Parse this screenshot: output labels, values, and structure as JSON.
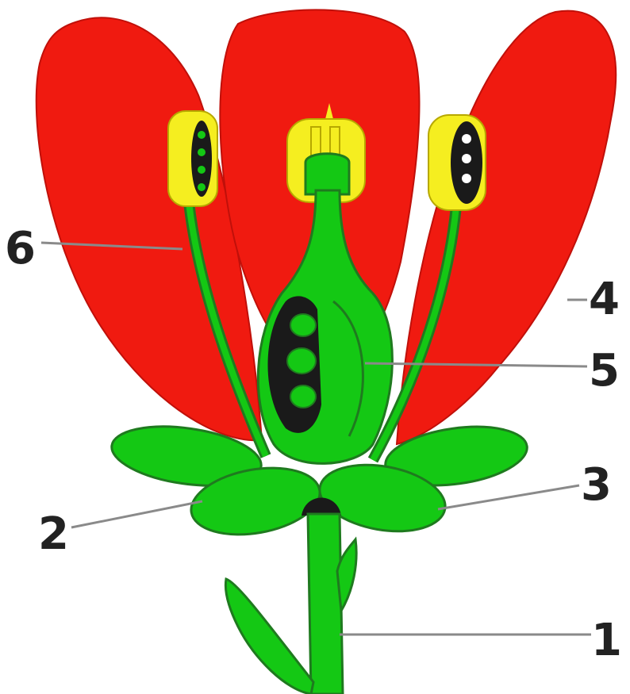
{
  "diagram": {
    "labels": [
      {
        "id": "1",
        "text": "1"
      },
      {
        "id": "2",
        "text": "2"
      },
      {
        "id": "3",
        "text": "3"
      },
      {
        "id": "4",
        "text": "4"
      },
      {
        "id": "5",
        "text": "5"
      },
      {
        "id": "6",
        "text": "6"
      }
    ],
    "colors": {
      "petal": "#f01a10",
      "green": "#14c814",
      "dark_green": "#1f7a1f",
      "anther": "#f5ee20",
      "pollen": "#1a1a1a",
      "leader": "#8a8a8a"
    }
  }
}
